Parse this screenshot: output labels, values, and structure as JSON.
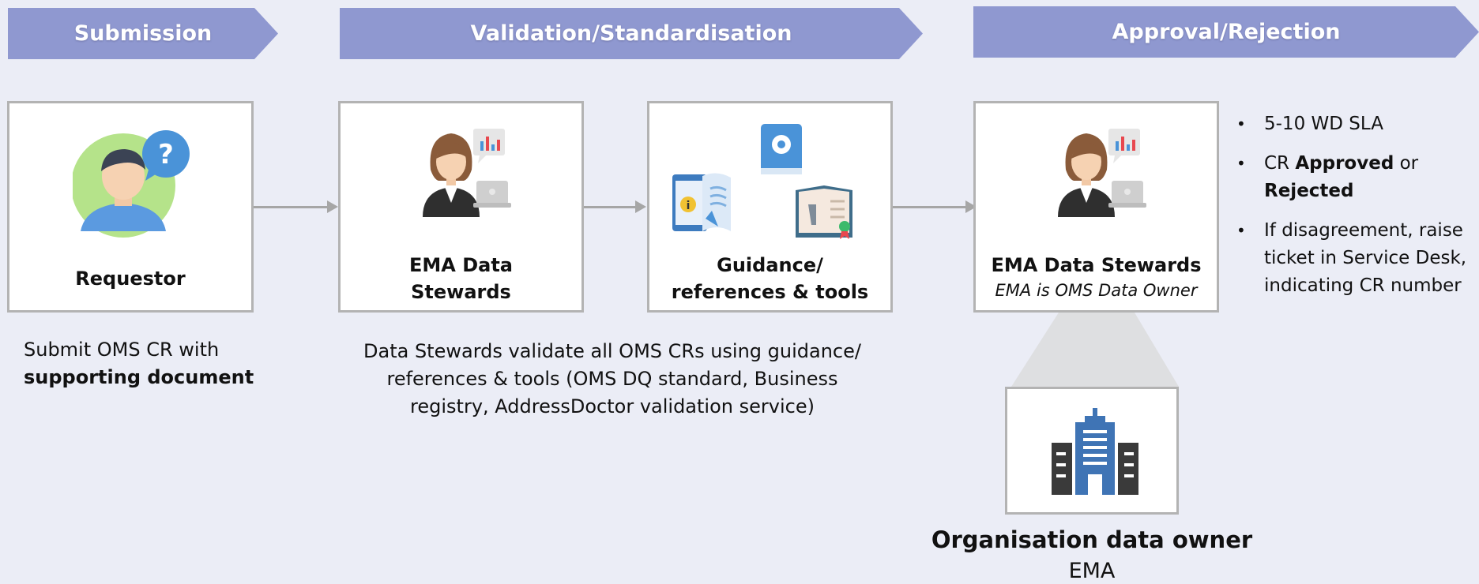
{
  "phases": {
    "submission": "Submission",
    "validation": "Validation/Standardisation",
    "approval": "Approval/Rejection"
  },
  "cards": {
    "requestor": "Requestor",
    "stewards_line1": "EMA Data",
    "stewards_line2": "Stewards",
    "guidance_line1": "Guidance/",
    "guidance_line2": "references & tools",
    "approval_title": "EMA Data Stewards",
    "approval_sub": "EMA is OMS Data Owner"
  },
  "descriptions": {
    "submit_line1": "Submit OMS CR with",
    "submit_bold": "supporting document",
    "validate_line1": "Data Stewards validate all OMS CRs using guidance/",
    "validate_line2": "references & tools (OMS DQ standard, Business",
    "validate_line3": "registry, AddressDoctor validation service)"
  },
  "bullets": {
    "b1": "5-10 WD SLA",
    "b2_pre": "CR ",
    "b2_bold1": "Approved",
    "b2_mid": " or",
    "b2_bold2": "Rejected",
    "b3": "If disagreement, raise ticket in Service Desk, indicating CR number"
  },
  "owner": {
    "title": "Organisation data owner",
    "name": "EMA"
  },
  "colors": {
    "background": "#ebedf6",
    "chevron": "#8f98d0",
    "arrow": "#a6a6a6",
    "building": "#3f74b5"
  },
  "icons": {
    "requestor": "person-question-icon",
    "steward": "woman-steward-icon",
    "guidance": "books-tools-icon",
    "building": "building-icon"
  }
}
